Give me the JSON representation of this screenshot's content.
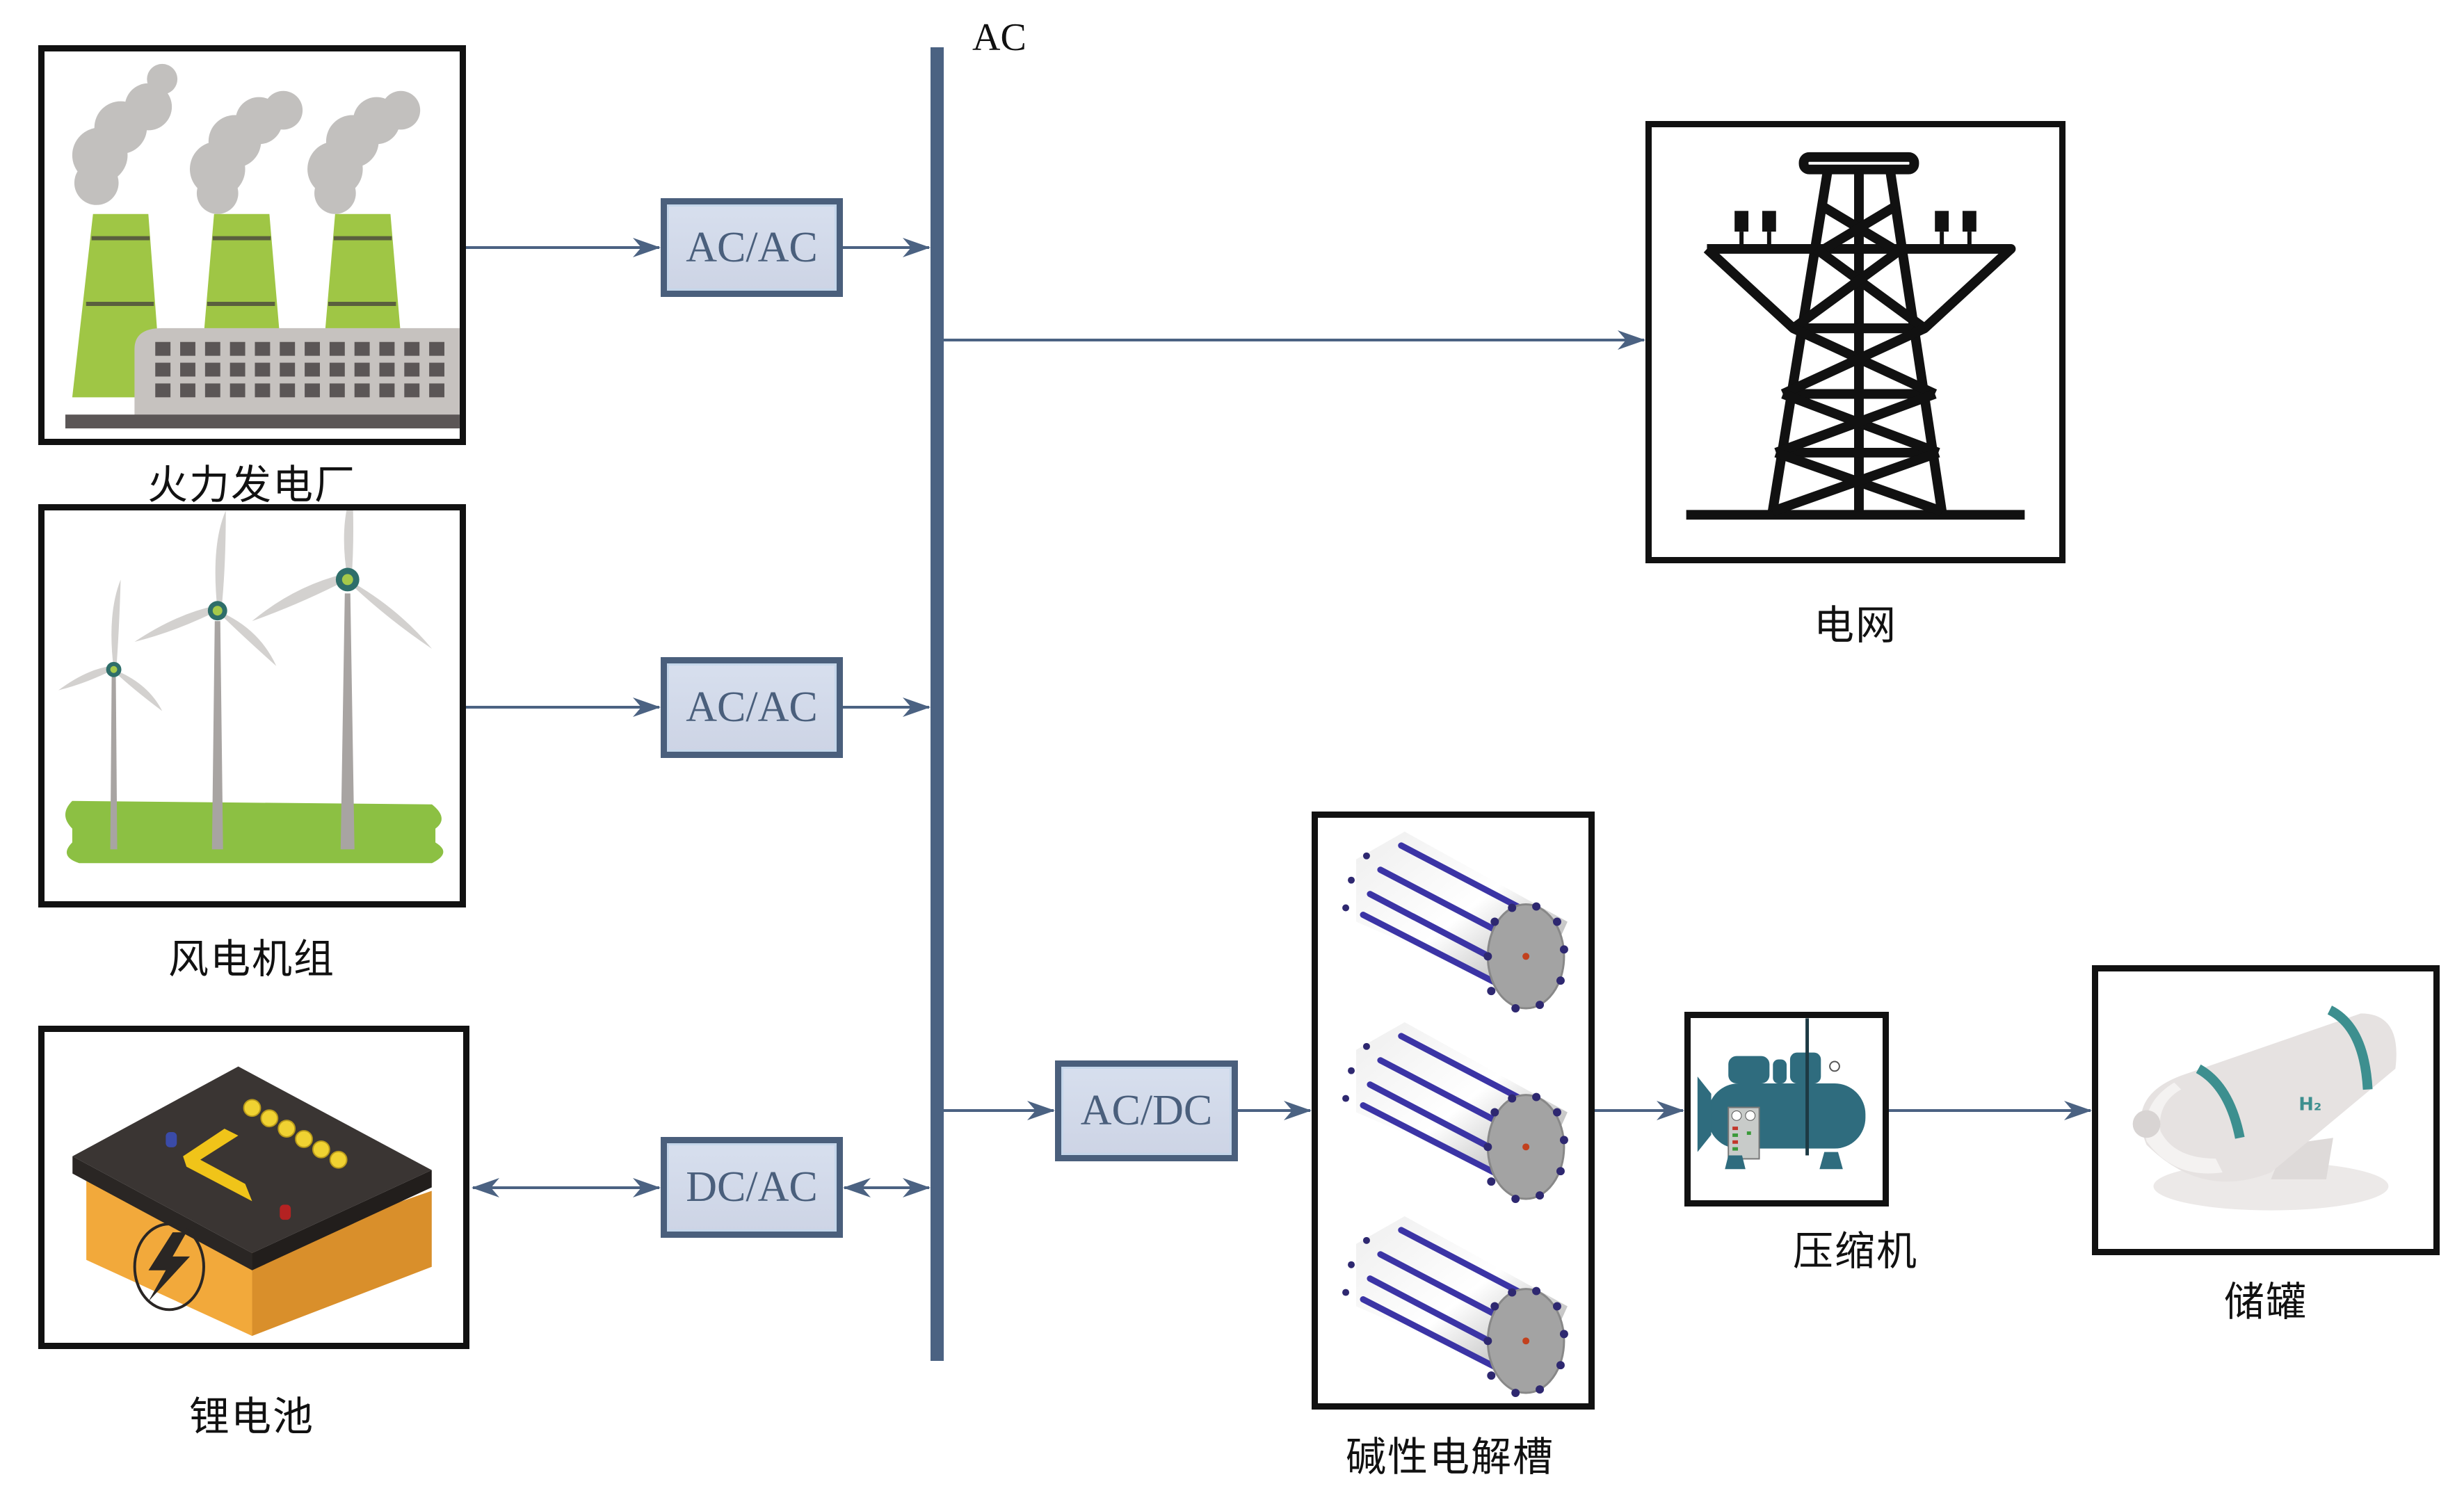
{
  "diagram": {
    "bus": {
      "label": "AC"
    },
    "sources": [
      {
        "id": "thermal",
        "label": "火力发电厂",
        "icon": "thermal-power-plant-icon"
      },
      {
        "id": "wind",
        "label": "风电机组",
        "icon": "wind-turbine-icon"
      },
      {
        "id": "battery",
        "label": "锂电池",
        "icon": "battery-icon"
      }
    ],
    "converters": [
      {
        "id": "conv-thermal",
        "label": "AC/AC"
      },
      {
        "id": "conv-wind",
        "label": "AC/AC"
      },
      {
        "id": "conv-battery",
        "label": "DC/AC"
      },
      {
        "id": "conv-electrolyzer",
        "label": "AC/DC"
      }
    ],
    "loads": [
      {
        "id": "grid",
        "label": "电网",
        "icon": "transmission-tower-icon"
      },
      {
        "id": "electrolyzer",
        "label": "碱性电解槽",
        "icon": "alkaline-electrolyzer-icon"
      },
      {
        "id": "compressor",
        "label": "压缩机",
        "icon": "compressor-icon"
      },
      {
        "id": "storage",
        "label": "储罐",
        "icon": "hydrogen-tank-icon",
        "tank_marking": "H₂"
      }
    ],
    "colors": {
      "wire": "#4b6282",
      "converter_fill": "#d3daea",
      "converter_border": "#4a5f7c",
      "frame": "#111111"
    }
  }
}
